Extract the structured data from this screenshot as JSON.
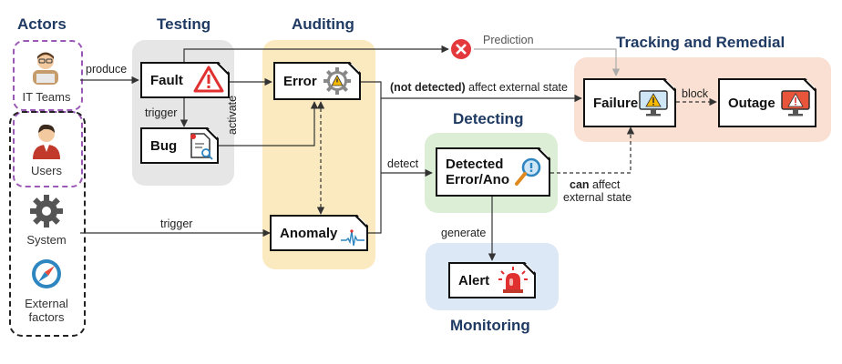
{
  "titles": {
    "actors": "Actors",
    "testing": "Testing",
    "auditing": "Auditing",
    "tracking": "Tracking and Remedial",
    "detecting": "Detecting",
    "monitoring": "Monitoring"
  },
  "actors": {
    "it_teams": "IT Teams",
    "users": "Users",
    "system": "System",
    "external_line1": "External",
    "external_line2": "factors"
  },
  "nodes": {
    "fault": "Fault",
    "bug": "Bug",
    "error": "Error",
    "anomaly": "Anomaly",
    "failure": "Failure",
    "outage": "Outage",
    "detected_line1": "Detected",
    "detected_line2": "Error/Ano",
    "alert": "Alert"
  },
  "edges": {
    "produce": "produce",
    "trigger_fault_bug": "trigger",
    "activate": "activate",
    "prediction": "Prediction",
    "not_detected": "(not detected)",
    "affect_external_state": " affect external state",
    "block": "block",
    "detect": "detect",
    "can": "can",
    "can_affect": " affect",
    "external_state": "external state",
    "generate": "generate",
    "trigger_system_anomaly": "trigger"
  },
  "colors": {
    "title": "#1f3a63",
    "actor_border_it": "#9b59b6",
    "testing_bg": "#e6e6e6",
    "auditing_bg": "#fbeac0",
    "tracking_bg": "#f9e0d2",
    "detecting_bg": "#dcefd6",
    "monitoring_bg": "#dce8f5",
    "warning_red": "#e03030",
    "warning_yellow": "#f7b900",
    "prediction_red": "#e4393c"
  }
}
